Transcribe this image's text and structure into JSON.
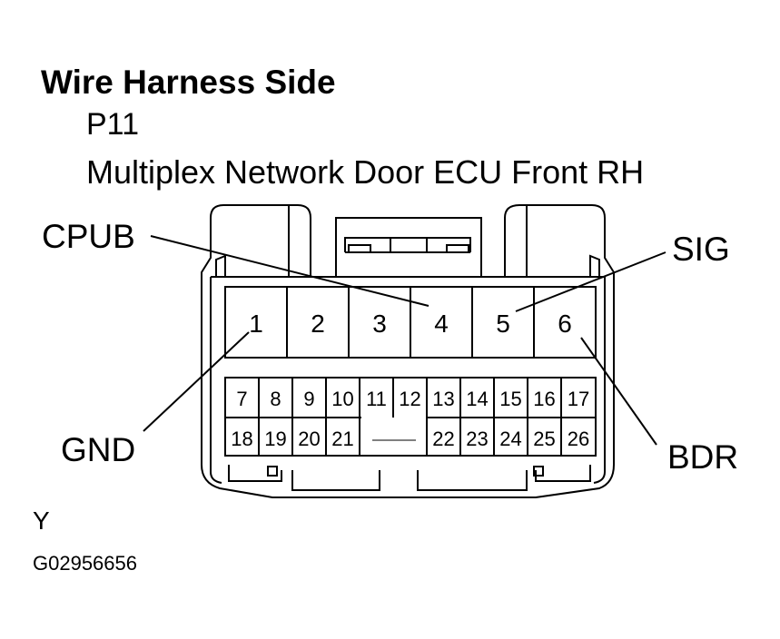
{
  "title": "Wire Harness Side",
  "connector_code": "P11",
  "component_name": "Multiplex Network Door ECU Front RH",
  "terminal_labels": {
    "cpub": "CPUB",
    "sig": "SIG",
    "gnd": "GND",
    "bdr": "BDR"
  },
  "pins_top": [
    "1",
    "2",
    "3",
    "4",
    "5",
    "6"
  ],
  "pins_mid": [
    "7",
    "8",
    "9",
    "10",
    "11",
    "12",
    "13",
    "14",
    "15",
    "16",
    "17"
  ],
  "pins_bot_left": [
    "18",
    "19",
    "20",
    "21"
  ],
  "pins_bot_right": [
    "22",
    "23",
    "24",
    "25",
    "26"
  ],
  "wire_color": "Y",
  "figure_id": "G02956656"
}
